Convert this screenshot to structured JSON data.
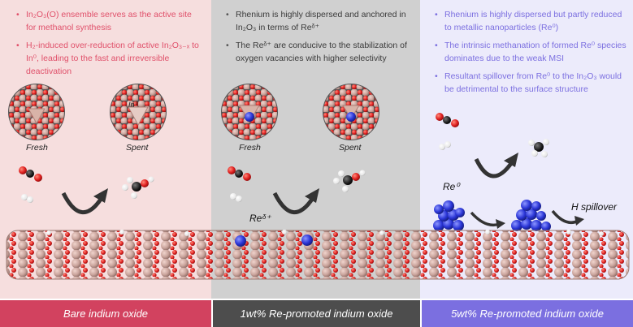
{
  "panels": [
    {
      "bullets": [
        "In₂O₃(O) ensemble serves as the active site for methanol synthesis",
        "H₂-induced over-reduction of active In₂O₃₋ₓ to In⁰, leading to the fast and irreversible deactivation"
      ],
      "labels": {
        "fresh": "Fresh",
        "spent": "Spent",
        "in0": "In⁰"
      },
      "footer": "Bare indium oxide",
      "colors": {
        "background": "#f6dede",
        "footer": "#d2425f",
        "text": "#e0506a"
      }
    },
    {
      "bullets": [
        "Rhenium is highly dispersed  and anchored in In₂O₃ in terms of Reᵟ⁺",
        "The Reᵟ⁺ are conducive  to the stabilization of oxygen vacancies with higher selectivity"
      ],
      "labels": {
        "fresh": "Fresh",
        "spent": "Spent",
        "re_ion": "Reᵟ⁺"
      },
      "footer": "1wt% Re-promoted indium oxide",
      "colors": {
        "background": "#d0d0d0",
        "footer": "#4d4d4d",
        "text": "#3a3a3a"
      }
    },
    {
      "bullets": [
        "Rhenium is highly dispersed but partly reduced to metallic nanoparticles (Re⁰)",
        "The intrinsic methanation of formed Re⁰ species dominates due to the weak MSI",
        "Resultant spillover from Re⁰ to the In₂O₃ would be detrimental to the surface structure"
      ],
      "labels": {
        "re0": "Re⁰",
        "h_spillover": "H spillover"
      },
      "footer": "5wt% Re-promoted indium oxide",
      "colors": {
        "background": "#ecebfb",
        "footer": "#7b6fe0",
        "text": "#7b6fe0"
      }
    }
  ],
  "icons": {
    "catalyst_particle": "catalyst-sphere-icon",
    "co2_molecule": "co2-molecule-icon",
    "h2_molecule": "h2-molecule-icon",
    "methanol_molecule": "methanol-molecule-icon",
    "methane_molecule": "methane-molecule-icon",
    "re_cluster": "re-nanoparticle-cluster-icon",
    "reaction_arrow": "curved-arrow-icon",
    "surface_slab": "indium-oxide-surface-icon"
  },
  "atom_colors": {
    "indium": "#c9a39b",
    "oxygen": "#e02020",
    "rhenium": "#2a35d6",
    "carbon": "#1a1a1a",
    "hydrogen": "#ffffff"
  }
}
